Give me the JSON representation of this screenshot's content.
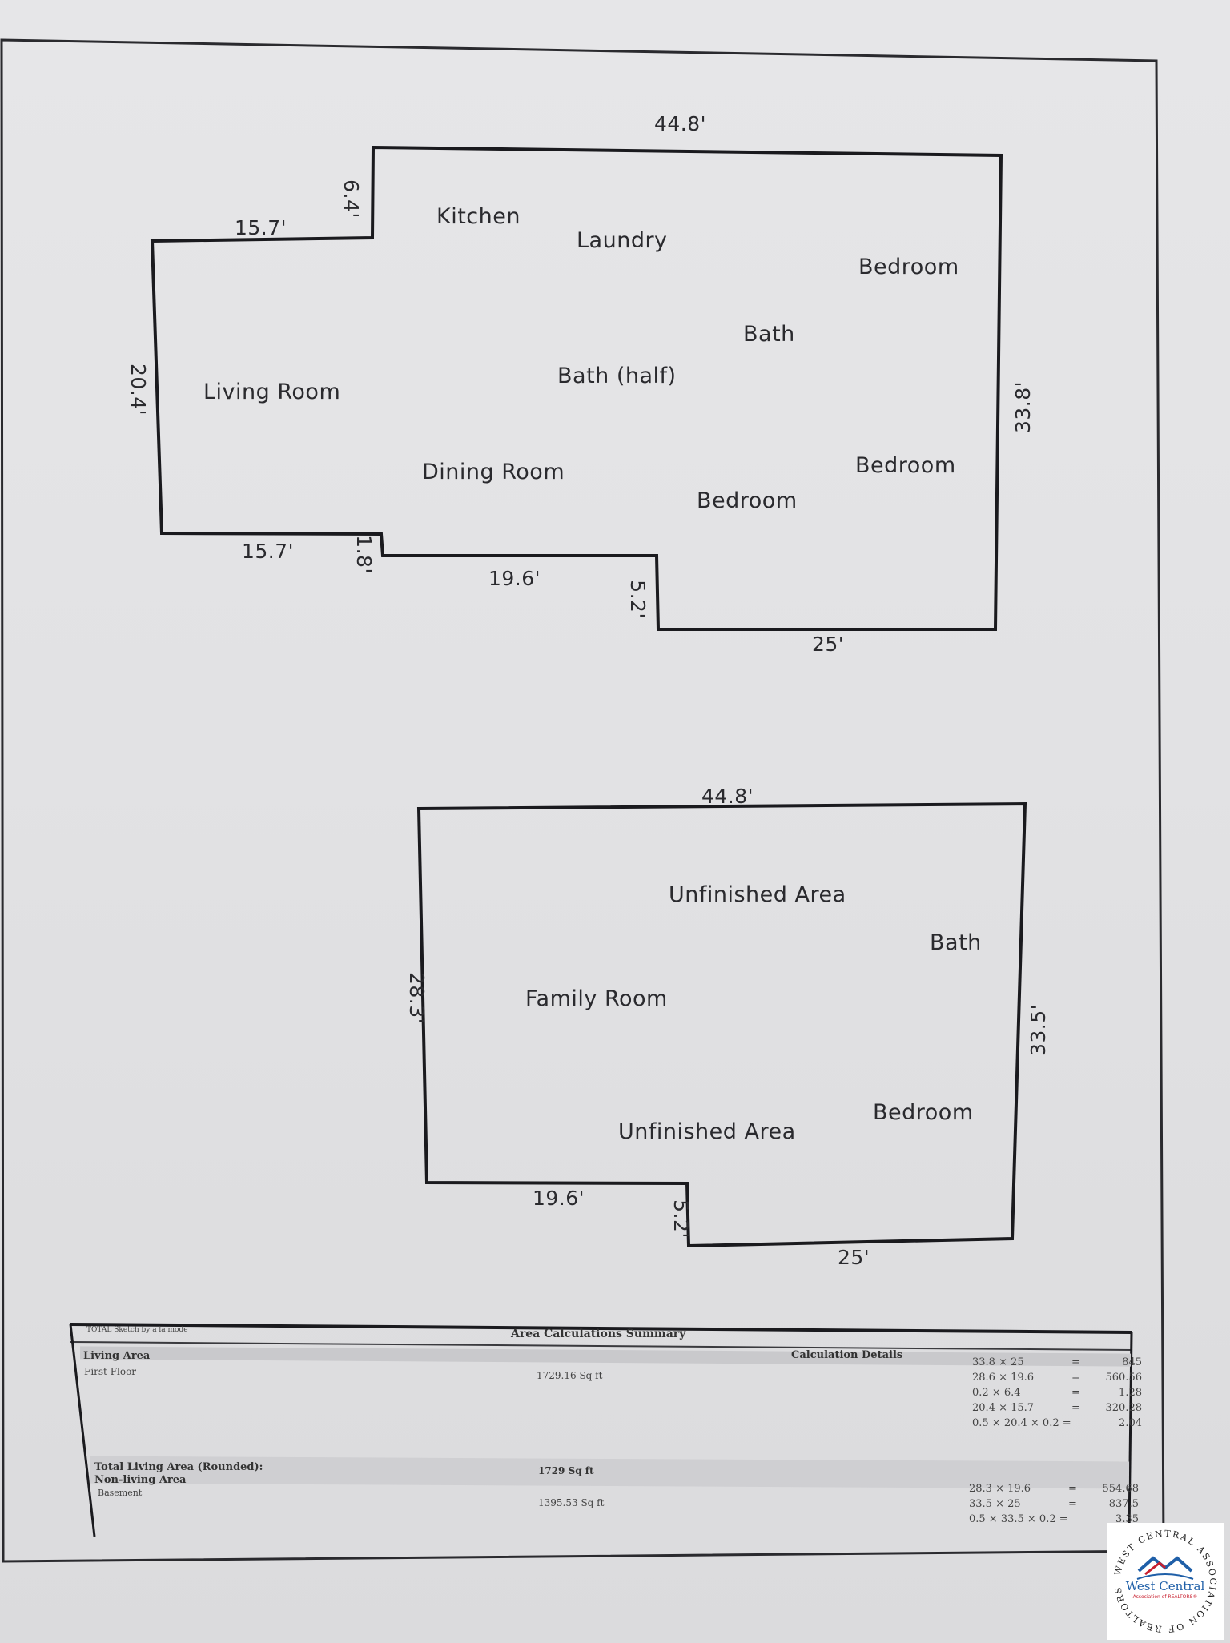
{
  "first_floor": {
    "rooms": [
      "Kitchen",
      "Laundry",
      "Bedroom",
      "Bath",
      "Living Room",
      "Bath (half)",
      "Dining Room",
      "Bedroom",
      "Bedroom"
    ],
    "dimensions": [
      "44.8'",
      "6.4'",
      "15.7'",
      "20.4'",
      "33.8'",
      "15.7'",
      "1.8'",
      "19.6'",
      "5.2'",
      "25'"
    ]
  },
  "basement": {
    "rooms": [
      "Unfinished Area",
      "Bath",
      "Family Room",
      "Bedroom",
      "Unfinished Area"
    ],
    "dimensions": [
      "44.8'",
      "28.3'",
      "33.5'",
      "19.6'",
      "5.2'",
      "25'"
    ]
  },
  "summary": {
    "sketch_note": "TOTAL Sketch by a la mode",
    "title": "Area Calculations Summary",
    "living_area_label": "Living Area",
    "calc_details_label": "Calculation Details",
    "first_floor_label": "First Floor",
    "first_floor_value": "1729.16 Sq ft",
    "first_floor_calcs": [
      {
        "expr": "33.8 × 25",
        "eq": "=",
        "val": "845"
      },
      {
        "expr": "28.6 × 19.6",
        "eq": "=",
        "val": "560.56"
      },
      {
        "expr": "0.2 × 6.4",
        "eq": "=",
        "val": "1.28"
      },
      {
        "expr": "20.4 × 15.7",
        "eq": "=",
        "val": "320.28"
      },
      {
        "expr": "0.5 × 20.4 × 0.2 =",
        "eq": "",
        "val": "2.04"
      }
    ],
    "total_label": "Total Living Area (Rounded):",
    "total_value": "1729 Sq ft",
    "non_living_label": "Non-living Area",
    "basement_label": "Basement",
    "basement_value": "1395.53 Sq ft",
    "basement_calcs": [
      {
        "expr": "28.3 × 19.6",
        "eq": "=",
        "val": "554.68"
      },
      {
        "expr": "33.5 × 25",
        "eq": "=",
        "val": "837.5"
      },
      {
        "expr": "0.5 × 33.5 × 0.2 =",
        "eq": "",
        "val": "3.35"
      }
    ]
  },
  "logo": {
    "ring_text": "WEST CENTRAL ASSOCIATION OF REALTORS®",
    "name": "West Central",
    "sub": "Association of REALTORS®",
    "colors": {
      "blue": "#1f5fa8",
      "red": "#c8202f"
    }
  }
}
